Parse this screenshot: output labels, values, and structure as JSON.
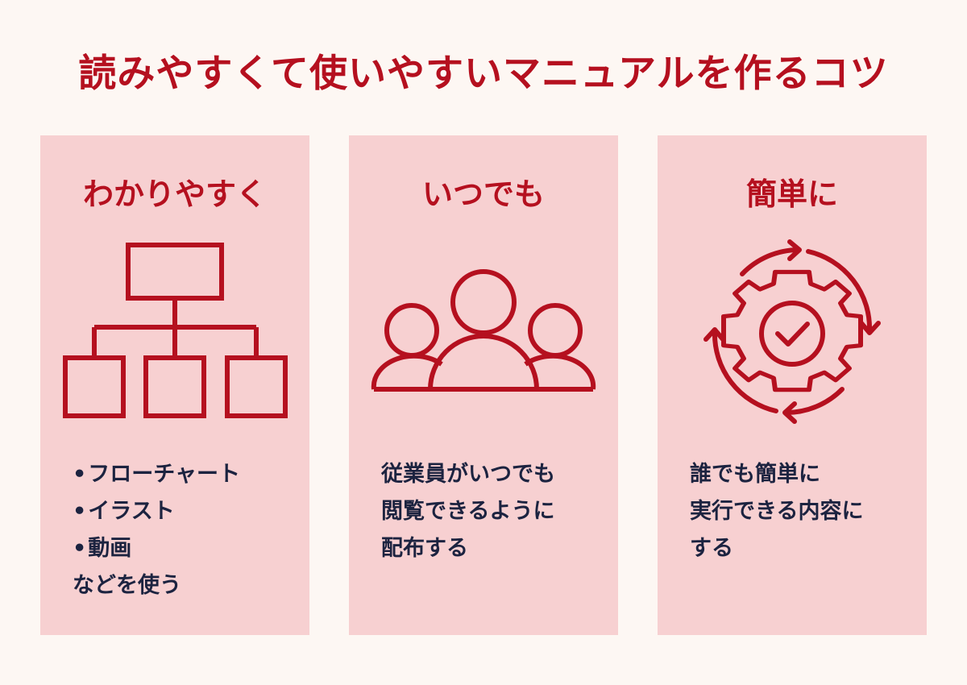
{
  "title": "読みやすくて使いやすいマニュアルを作るコツ",
  "colors": {
    "accent": "#b5101f",
    "card_background": "#f7d0d1",
    "page_background": "#fdf7f3",
    "body_text": "#1c2340"
  },
  "cards": [
    {
      "heading": "わかりやすく",
      "icon": "org-chart-icon",
      "lines": [
        "フローチャート",
        "イラスト",
        "動画",
        "などを使う"
      ]
    },
    {
      "heading": "いつでも",
      "icon": "people-group-icon",
      "lines": [
        "従業員がいつでも",
        "閲覧できるように",
        "配布する"
      ]
    },
    {
      "heading": "簡単に",
      "icon": "gear-check-cycle-icon",
      "lines": [
        "誰でも簡単に",
        "実行できる内容に",
        "する"
      ]
    }
  ]
}
